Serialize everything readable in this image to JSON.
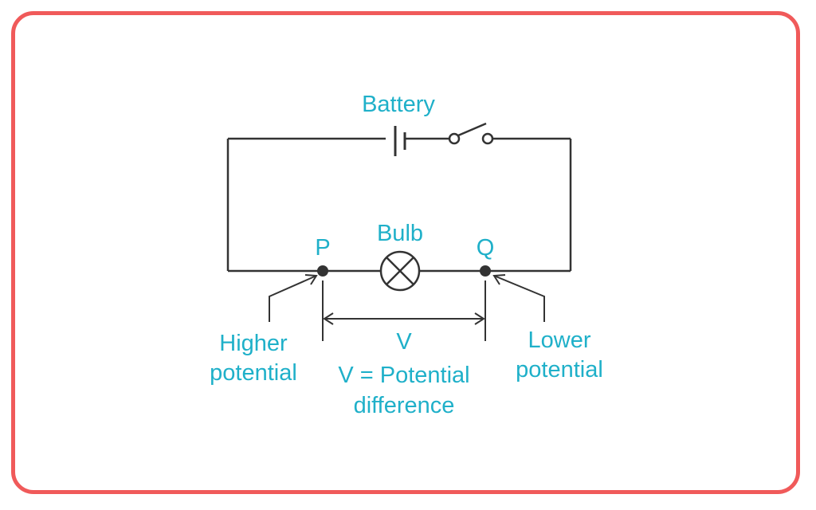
{
  "labels": {
    "battery": "Battery",
    "bulb": "Bulb",
    "p": "P",
    "q": "Q",
    "v": "V",
    "higher_line1": "Higher",
    "higher_line2": "potential",
    "lower_line1": "Lower",
    "lower_line2": "potential",
    "vdef_line1": "V = Potential",
    "vdef_line2": "difference"
  },
  "colors": {
    "frame": "#f05a5a",
    "label": "#1fb0c9",
    "wire": "#333333"
  }
}
